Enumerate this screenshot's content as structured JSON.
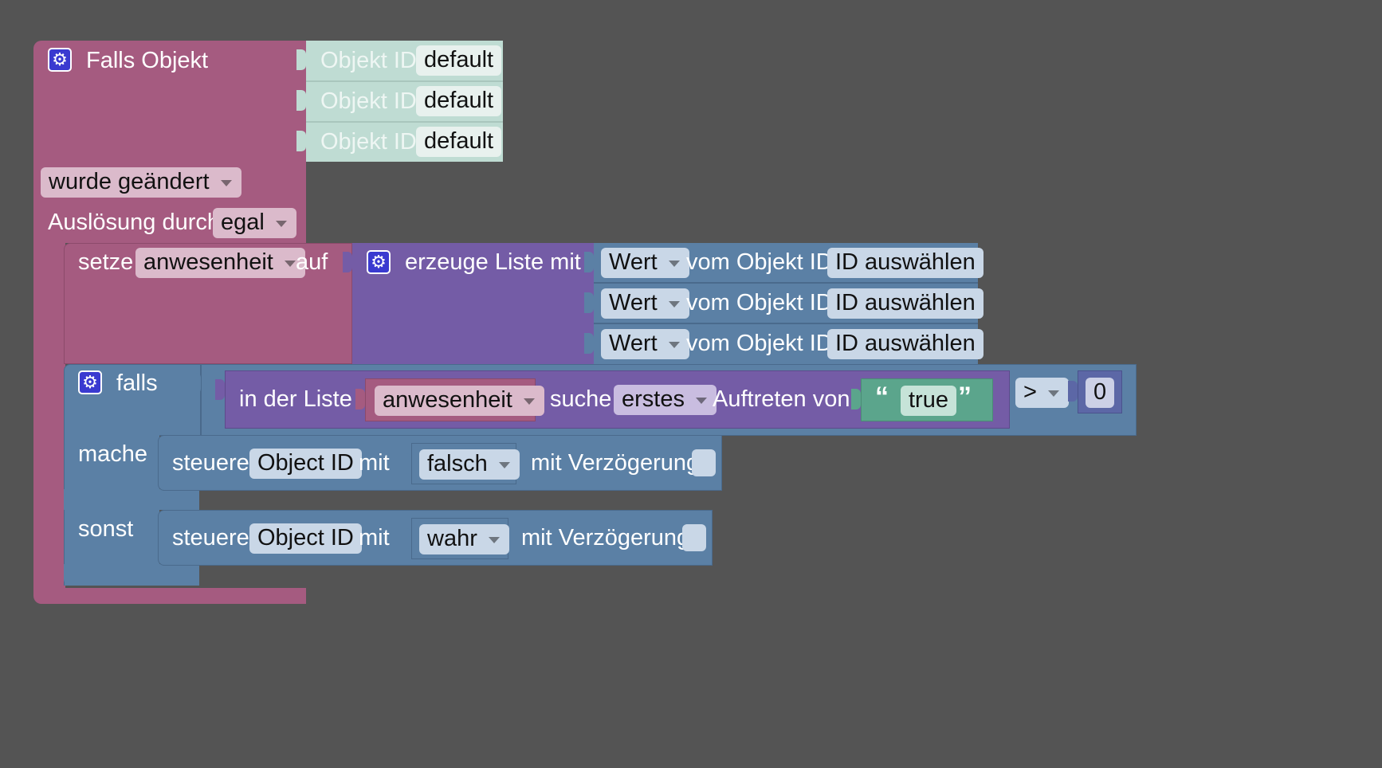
{
  "trigger_block": {
    "title": "Falls Objekt",
    "object_id_label": "Objekt ID",
    "object_id_values": [
      "default",
      "default",
      "default"
    ],
    "event_dropdown": "wurde geändert",
    "trigger_label": "Auslösung durch",
    "trigger_dropdown": "egal"
  },
  "set_block": {
    "label": "setze",
    "variable": "anwesenheit",
    "to_label": "auf"
  },
  "create_list_block": {
    "label": "erzeuge Liste mit",
    "items": [
      {
        "dropdown": "Wert",
        "label": "vom Objekt ID",
        "button": "ID auswählen"
      },
      {
        "dropdown": "Wert",
        "label": "vom Objekt ID",
        "button": "ID auswählen"
      },
      {
        "dropdown": "Wert",
        "label": "vom Objekt ID",
        "button": "ID auswählen"
      }
    ]
  },
  "if_block": {
    "if_label": "falls",
    "do_label": "mache",
    "else_label": "sonst",
    "compare": {
      "in_list_label": "in der Liste",
      "list_variable": "anwesenheit",
      "find_label": "suche",
      "find_dropdown": "erstes",
      "occurrence_label": "Auftreten von",
      "open_quote": "“",
      "text_value": "true",
      "close_quote": "”",
      "operator": ">",
      "number": "0"
    },
    "do_action": {
      "label": "steuere",
      "object": "Object ID",
      "with_label": "mit",
      "value": "falsch",
      "delay_label": "mit Verzögerung"
    },
    "else_action": {
      "label": "steuere",
      "object": "Object ID",
      "with_label": "mit",
      "value": "wahr",
      "delay_label": "mit Verzögerung"
    }
  },
  "colors": {
    "workspace": "#545454",
    "trigger": "#a55b80",
    "object_id": "#bfdcd3",
    "list": "#745ca6",
    "control": "#5b80a5",
    "text": "#5ba58c"
  },
  "icons": [
    "gear-icon",
    "gear-icon",
    "gear-icon"
  ]
}
